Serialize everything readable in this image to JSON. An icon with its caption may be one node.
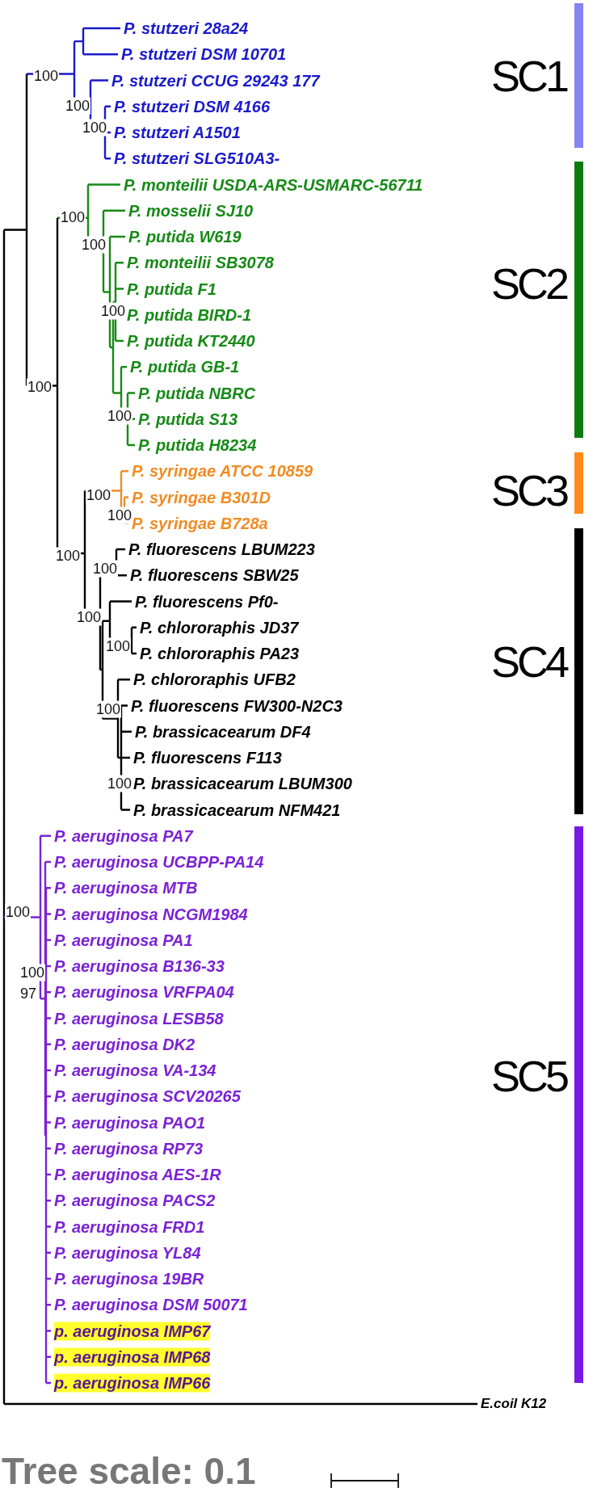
{
  "diagram": {
    "labels": [
      "P. stutzeri 28a24",
      "P. stutzeri DSM 10701",
      "P. stutzeri CCUG 29243 177",
      "P. stutzeri DSM 4166",
      "P. stutzeri A1501",
      "P. stutzeri SLG510A3-",
      "P. monteilii USDA-ARS-USMARC-56711",
      "P. mosselii SJ10",
      "P. putida W619",
      "P. monteilii SB3078",
      "P. putida F1",
      "P. putida BIRD-1",
      "P. putida KT2440",
      "P. putida GB-1",
      "P. putida NBRC",
      "P. putida S13",
      "P. putida H8234",
      "P. syringae ATCC 10859",
      "P. syringae B301D",
      "P. syringae B728a",
      "P. fluorescens LBUM223",
      "P. fluorescens SBW25",
      "P. fluorescens Pf0-",
      "P. chlororaphis JD37",
      "P. chlororaphis PA23",
      "P. chlororaphis UFB2",
      "P. fluorescens FW300-N2C3",
      "P. brassicacearum DF4",
      "P. fluorescens F113",
      "P. brassicacearum LBUM300",
      "P. brassicacearum NFM421",
      "P. aeruginosa PA7",
      "P. aeruginosa UCBPP-PA14",
      "P. aeruginosa MTB",
      "P. aeruginosa NCGM1984",
      "P. aeruginosa PA1",
      "P. aeruginosa B136-33",
      "P. aeruginosa VRFPA04",
      "P. aeruginosa LESB58",
      "P. aeruginosa DK2",
      "P. aeruginosa VA-134",
      "P. aeruginosa SCV20265",
      "P. aeruginosa PAO1",
      "P. aeruginosa RP73",
      "P. aeruginosa AES-1R",
      "P. aeruginosa PACS2",
      "P. aeruginosa FRD1",
      "P. aeruginosa YL84",
      "P. aeruginosa 19BR",
      "P. aeruginosa DSM 50071",
      "p. aeruginosa IMP67",
      "p. aeruginosa IMP68",
      "p. aeruginosa IMP66",
      "E.coil K12",
      "SC1",
      "SC2",
      "SC3",
      "SC4",
      "SC5",
      "100",
      "100",
      "100",
      "100",
      "100",
      "100",
      "100",
      "100",
      "100",
      "100",
      "100",
      "100",
      "100",
      "100",
      "100",
      "100",
      "100",
      "100",
      "97",
      "Tree scale: 0.1"
    ]
  }
}
